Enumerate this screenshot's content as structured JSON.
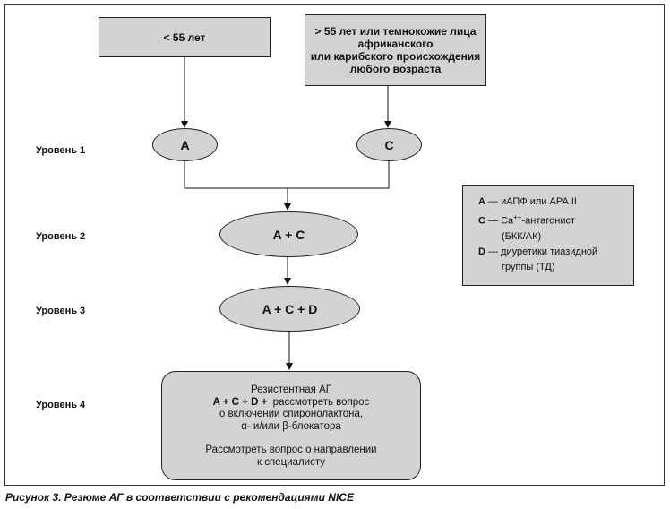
{
  "top_boxes": {
    "left": "< 55 лет",
    "right": [
      "> 55 лет или темнокожие лица",
      "африканского",
      "или карибского происхождения",
      "любого возраста"
    ]
  },
  "levels": [
    "Уровень 1",
    "Уровень 2",
    "Уровень 3",
    "Уровень 4"
  ],
  "nodes": {
    "a": "A",
    "c": "C",
    "ac": "A + C",
    "acd": "A + C + D"
  },
  "resistant": {
    "title": "Резистентная АГ",
    "line1_bold": "A + C + D +",
    "line1_rest": "  рассмотреть вопрос",
    "line2": "о включении спиронолактона,",
    "line3": "α- и/или β-блокатора",
    "line4": "Рассмотреть вопрос о направлении",
    "line5": "к специалисту"
  },
  "legend": {
    "a_key": "A",
    "a_text": " — иАПФ или АРА II",
    "c_key": "C",
    "c_text_pre": " — Ca",
    "c_sup": "++",
    "c_text_post": "-антагонист",
    "c_text2": "(БКК/АК)",
    "d_key": "D",
    "d_text": " — диуретики тиазидной",
    "d_text2": "группы (ТД)"
  },
  "caption": "Рисунок 3. Резюме АГ в соответствии с рекомендациями NICE"
}
